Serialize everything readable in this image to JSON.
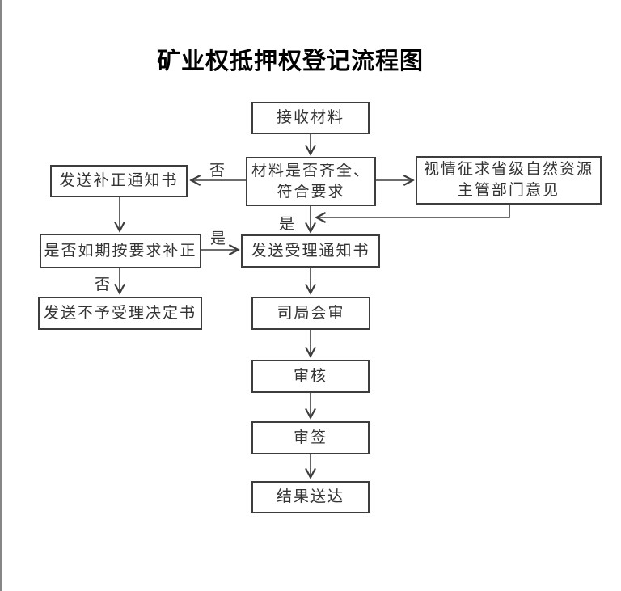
{
  "flowchart": {
    "title": "矿业权抵押权登记流程图",
    "colors": {
      "line": "#3d3d3d",
      "box_border": "#3d3d3d",
      "text": "#333333",
      "page_left_border": "#868686"
    },
    "nodes": {
      "receive_materials": {
        "label": "接收材料"
      },
      "materials_check": {
        "line1": "材料是否齐全、",
        "line2": "符合要求"
      },
      "consult_provincial": {
        "line1": "视情征求省级自然资源",
        "line2": "主管部门意见"
      },
      "send_correction_notice": {
        "label": "发送补正通知书"
      },
      "correction_on_time": {
        "label": "是否如期按要求补正"
      },
      "send_rejection_decision": {
        "label": "发送不予受理决定书"
      },
      "send_acceptance_notice": {
        "label": "发送受理通知书"
      },
      "dept_joint_review": {
        "label": "司局会审"
      },
      "review": {
        "label": "审核"
      },
      "sign_approval": {
        "label": "审签"
      },
      "result_delivery": {
        "label": "结果送达"
      }
    },
    "edge_labels": {
      "check_no": "否",
      "check_yes": "是",
      "correction_yes": "是",
      "correction_no": "否"
    }
  }
}
